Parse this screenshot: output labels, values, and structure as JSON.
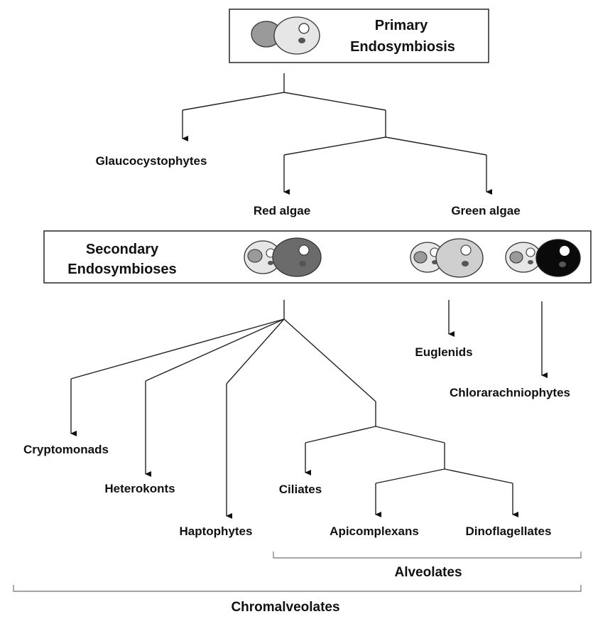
{
  "primary": {
    "title_line1": "Primary",
    "title_line2": "Endosymbiosis"
  },
  "secondary": {
    "title_line1": "Secondary",
    "title_line2": "Endosymbioses"
  },
  "lineages": {
    "glaucocystophytes": "Glaucocystophytes",
    "red_algae": "Red algae",
    "green_algae": "Green algae",
    "euglenids": "Euglenids",
    "chlorarachniophytes": "Chlorarachniophytes",
    "cryptomonads": "Cryptomonads",
    "heterokonts": "Heterokonts",
    "haptophytes": "Haptophytes",
    "ciliates": "Ciliates",
    "apicomplexans": "Apicomplexans",
    "dinoflagellates": "Dinoflagellates"
  },
  "groups": {
    "alveolates": "Alveolates",
    "chromalveolates": "Chromalveolates"
  },
  "colors": {
    "primary_plastid": "#9a9a9a",
    "host_light": "#e6e6e6",
    "red_host": "#6b6b6b",
    "green_host": "#cfcfcf",
    "black_host": "#0a0a0a",
    "nucleolus": "#555555",
    "line": "#222222",
    "bracket": "#888888"
  }
}
